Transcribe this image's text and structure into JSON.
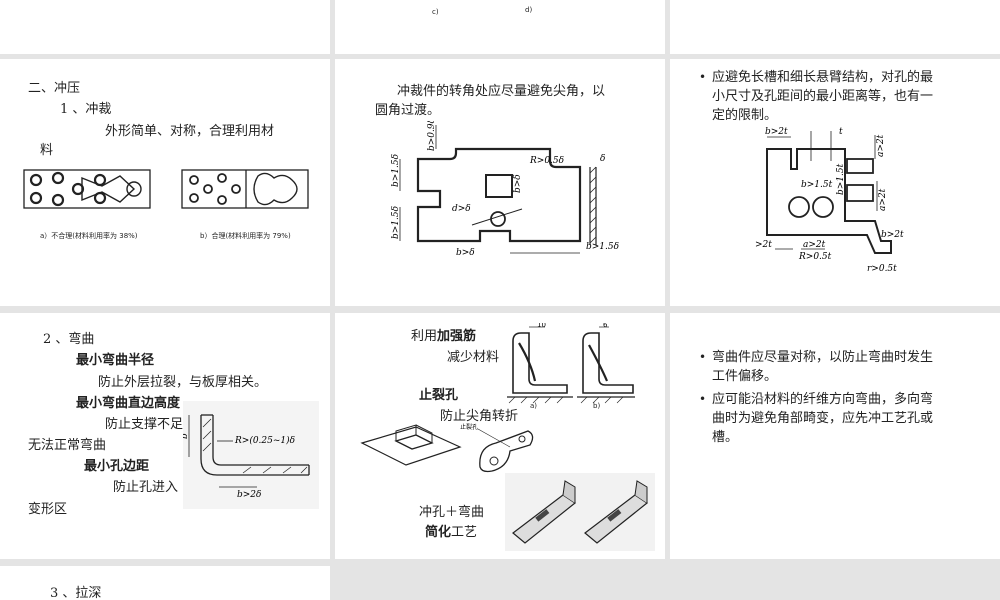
{
  "slide_top_mid": {
    "cap_c": "c)",
    "cap_d": "d)"
  },
  "slide_stamping": {
    "heading": "二、冲压",
    "sub": "1 、冲裁",
    "line1": "外形简单、对称，合理利用材",
    "line2": "料",
    "cap_a": "a）不合理(材料利用率为 38%)",
    "cap_b": "b）合理(材料利用率为 79%)"
  },
  "slide_corner": {
    "line1": "冲裁件的转角处应尽量避免尖角，以",
    "line2": "圆角过渡。",
    "dims": {
      "d1": "b>1.5δ",
      "d2": "b>0.9δ",
      "d3": "R>0.5δ",
      "d4": "b>δ",
      "d5": "d>δ",
      "d6": "b>1.5δ",
      "d7": "b>δ",
      "d8": "b>1.5δ",
      "d9": "δ"
    }
  },
  "slide_slot": {
    "bullet": [
      "应避免长槽和细长悬臂结构，对孔的最",
      "小尺寸及孔距间的最小距离等，也有一",
      "定的限制。"
    ],
    "dims": {
      "t1": "b>2t",
      "t2": "t",
      "t3": "a>2t",
      "t4": "b>1.5t",
      "t5": "b>1.5t",
      "t6": "a>2t",
      "t7": ">2t",
      "t8": "a>2t",
      "t9": "R>0.5t",
      "t10": "b>2t",
      "t11": "r>0.5t"
    }
  },
  "slide_bending": {
    "sub": "2 、弯曲",
    "b1": "最小弯曲半径",
    "t1": "防止外层拉裂，与板厚相关。",
    "b2": "最小弯曲直边高度",
    "t2": "防止支撑不足",
    "t2b": "无法正常弯曲",
    "b3": "最小孔边距",
    "t3": "防止孔进入",
    "t3b": "变形区",
    "dims": {
      "r": "R>(0.25~1)δ",
      "h": "b>2δ"
    }
  },
  "slide_rib": {
    "l1a": "利用",
    "l1b": "加强筋",
    "l2": "减少材料",
    "b2": "止裂孔",
    "l3": "防止尖角转折",
    "label_hole": "止裂孔",
    "l4": "冲孔＋弯曲",
    "b4": "简化",
    "l4b": "工艺",
    "cap_a": "a)",
    "cap_b": "b)",
    "dim10": "10",
    "dim6": "6"
  },
  "slide_sym": {
    "bullets": [
      [
        "弯曲件应尽量对称，以防止弯曲时发生",
        "工件偏移。"
      ],
      [
        "应可能沿材料的纤维方向弯曲，多向弯",
        "曲时为避免角部畸变，应先冲工艺孔或",
        "槽。"
      ]
    ]
  },
  "slide_draw": {
    "sub": "3 、拉深"
  }
}
